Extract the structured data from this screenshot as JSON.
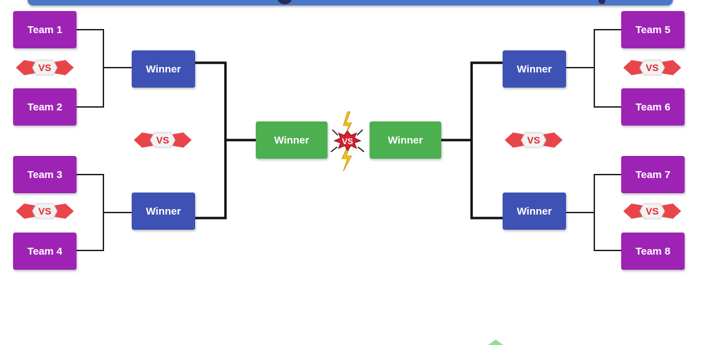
{
  "bracket": {
    "left": {
      "teams": [
        "Team 1",
        "Team 2",
        "Team 3",
        "Team 4"
      ],
      "semifinal_winners": [
        "Winner",
        "Winner"
      ],
      "finalist": "Winner"
    },
    "right": {
      "teams": [
        "Team 5",
        "Team 6",
        "Team 7",
        "Team 8"
      ],
      "semifinal_winners": [
        "Winner",
        "Winner"
      ],
      "finalist": "Winner"
    },
    "vs_label": "VS"
  },
  "colors": {
    "team": "#9d23b5",
    "semifinal_winner": "#3e51b5",
    "finalist": "#4caf50",
    "vs_text": "#e02834",
    "connector": "#111111"
  }
}
